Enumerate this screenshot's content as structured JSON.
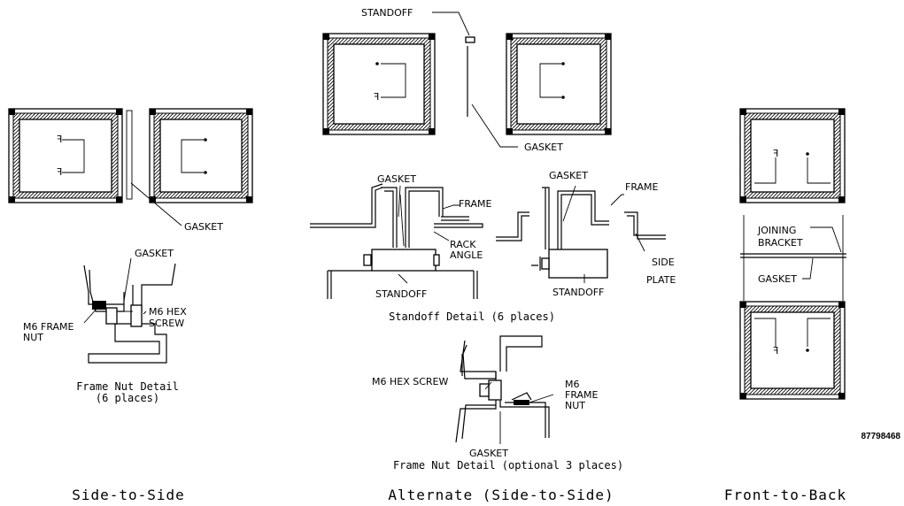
{
  "labels": {
    "standoff": "STANDOFF",
    "gasket": "GASKET",
    "frame": "FRAME",
    "rack_angle_1": "RACK",
    "rack_angle_2": "ANGLE",
    "side_plate_1": "SIDE",
    "side_plate_2": "PLATE",
    "m6_frame_nut_1": "M6 FRAME",
    "nut": "NUT",
    "m6_hex_screw_1": "M6 HEX",
    "screw": "SCREW",
    "m6_hex_screw": "M6 HEX SCREW",
    "m6": "M6",
    "frame_word": "FRAME",
    "joining_1": "JOINING",
    "joining_2": "BRACKET"
  },
  "captions": {
    "frame_nut_detail_1": "Frame Nut Detail",
    "frame_nut_detail_2": "(6 places)",
    "standoff_detail": "Standoff Detail (6 places)",
    "frame_nut_optional": "Frame Nut Detail (optional 3 places)"
  },
  "titles": {
    "side_to_side": "Side-to-Side",
    "alternate": "Alternate (Side-to-Side)",
    "front_to_back": "Front-to-Back"
  },
  "figure_number": "87798468"
}
